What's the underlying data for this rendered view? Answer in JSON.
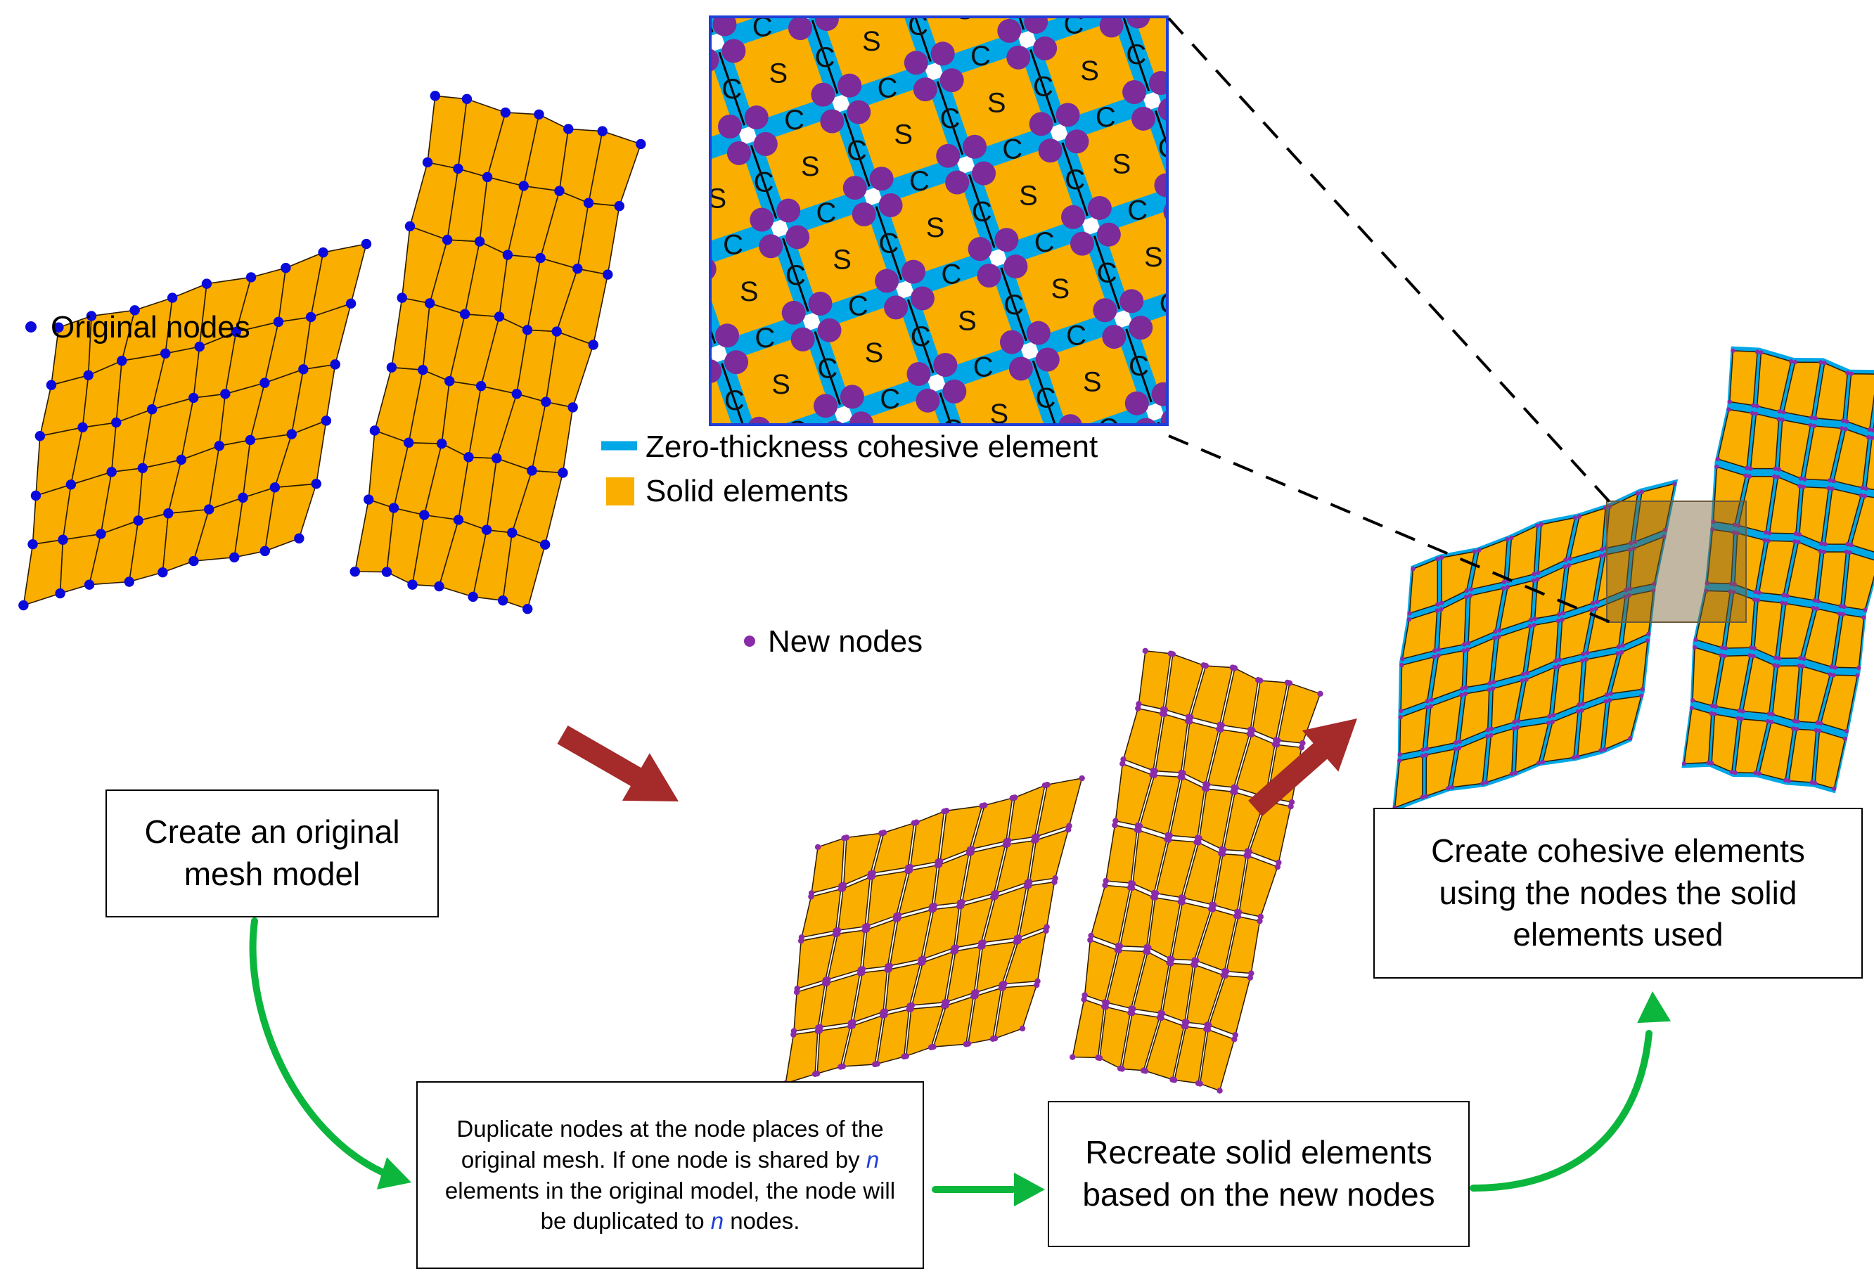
{
  "legend": {
    "original_nodes": "Original nodes",
    "new_nodes": "New nodes",
    "cohesive": "Zero-thickness cohesive element",
    "solid": "Solid elements"
  },
  "inset": {
    "solid_label": "S",
    "cohesive_label": "C"
  },
  "steps": {
    "step1": "Create an original mesh model",
    "step2_parts": [
      "Duplicate nodes at the node places of the original mesh. If one node is shared by ",
      "n",
      " elements in the original model, the node will be duplicated to ",
      "n",
      " nodes."
    ],
    "step3": "Recreate solid elements based on the new nodes",
    "step4": "Create cohesive elements using the nodes the solid elements used"
  },
  "colors": {
    "solid": "#F9AE00",
    "cohesive": "#00A7E6",
    "original_node": "#0A0ADC",
    "new_node": "#8A2BA8",
    "inset_node": "#7B2B9A",
    "dark_arrow": "#A52A2A",
    "green_arrow": "#0CB63D",
    "n_var": "#1F3FD6"
  }
}
